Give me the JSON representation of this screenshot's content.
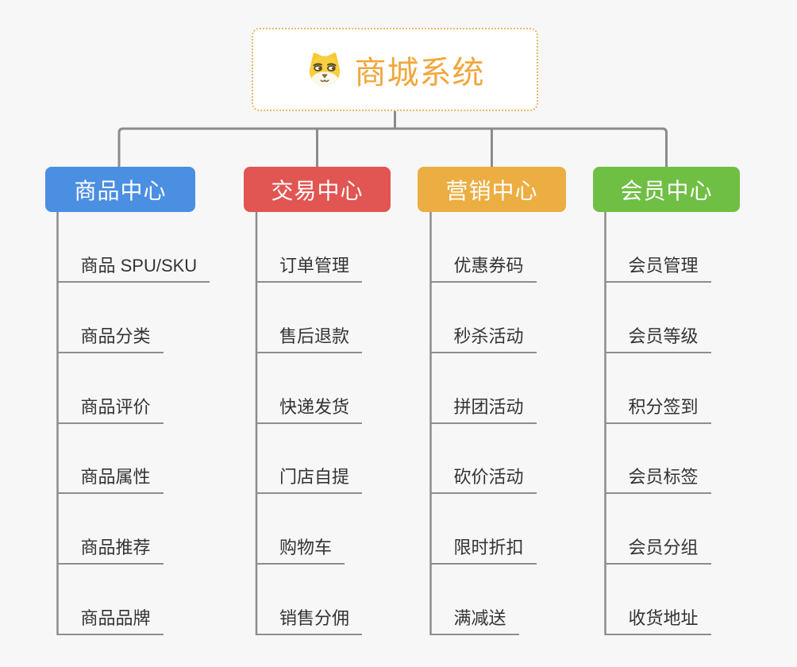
{
  "root": {
    "label": "商城系统",
    "icon": "doge-mascot-icon",
    "accent_color": "#f0a73c",
    "border_color": "#f0b464"
  },
  "connector_color": "#8c8c8c",
  "branches": [
    {
      "label": "商品中心",
      "color": "#4b8fe2",
      "items": [
        "商品 SPU/SKU",
        "商品分类",
        "商品评价",
        "商品属性",
        "商品推荐",
        "商品品牌"
      ]
    },
    {
      "label": "交易中心",
      "color": "#e15552",
      "items": [
        "订单管理",
        "售后退款",
        "快递发货",
        "门店自提",
        "购物车",
        "销售分佣"
      ]
    },
    {
      "label": "营销中心",
      "color": "#ecae42",
      "items": [
        "优惠券码",
        "秒杀活动",
        "拼团活动",
        "砍价活动",
        "限时折扣",
        "满减送"
      ]
    },
    {
      "label": "会员中心",
      "color": "#70bf45",
      "items": [
        "会员管理",
        "会员等级",
        "积分签到",
        "会员标签",
        "会员分组",
        "收货地址"
      ]
    }
  ]
}
